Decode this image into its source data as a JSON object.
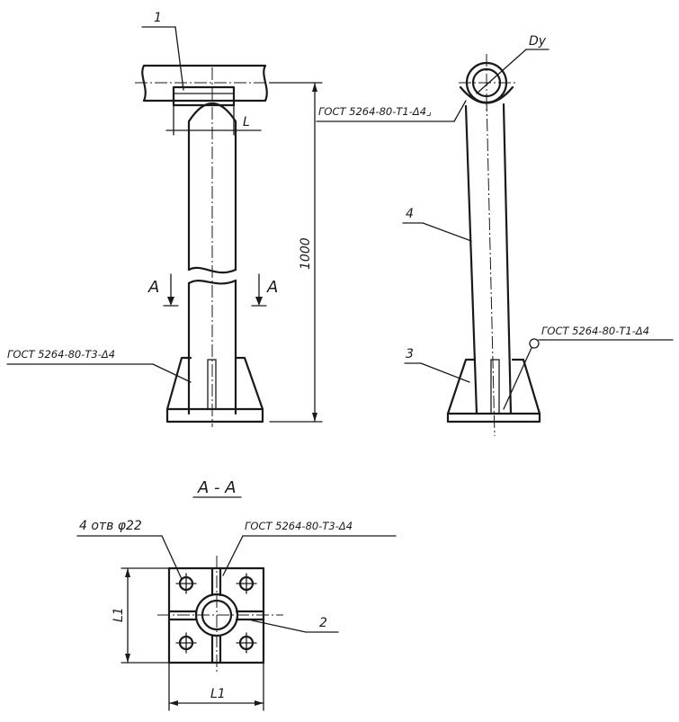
{
  "drawing": {
    "section_title": "A - A",
    "section_mark": "A",
    "height_dim": "1000",
    "dim_L": "L",
    "dim_L1": "L1",
    "dim_Dy": "Dy",
    "weld_top": "ГОСТ 5264-80-Т1-Δ4⌟",
    "weld_base_left": "ГОСТ 5264-80-Т3-Δ4",
    "weld_base_right": "ГОСТ 5264-80-Т1-Δ4",
    "weld_plan": "ГОСТ 5264-80-Т3-Δ4",
    "holes": "4 отв φ22",
    "part_1": "1",
    "part_2": "2",
    "part_3": "3",
    "part_4": "4"
  }
}
